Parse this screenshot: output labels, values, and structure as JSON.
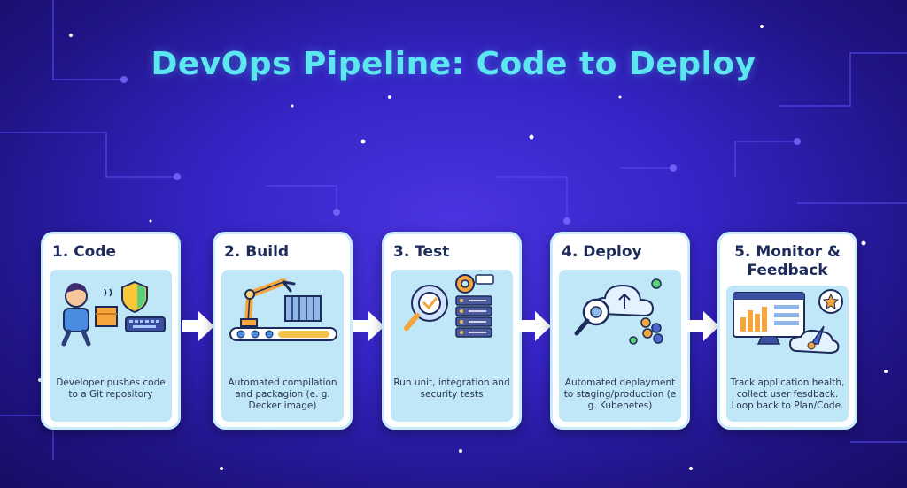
{
  "title": "DevOps Pipeline: Code to Deploy",
  "stages": [
    {
      "label": "1. Code",
      "description": "Developer pushes code to a Git repository"
    },
    {
      "label": "2. Build",
      "description": "Automated compilation and packagion (e. g. Decker image)"
    },
    {
      "label": "3. Test",
      "description": "Run unit, integration and security tests"
    },
    {
      "label": "4. Deploy",
      "description": "Automated deplayment to staging/production (e g. Kubenetes)"
    },
    {
      "label": "5. Monitor & Feedback",
      "description": "Track application health, collect user fesdback. Loop back to Plan/Code."
    }
  ],
  "colors": {
    "background": "#3424c4",
    "title": "#5ce6f0",
    "card_panel": "#bfe7f8",
    "arrow": "#ffffff"
  }
}
